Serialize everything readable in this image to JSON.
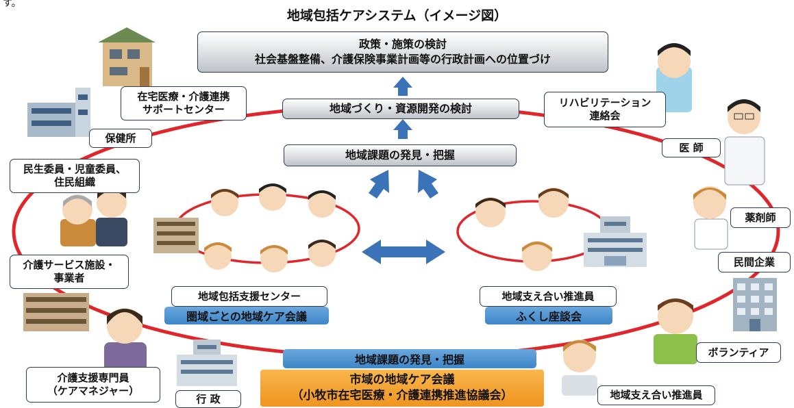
{
  "top_fragment": "す。",
  "title": "地域包括ケアシステム（イメージ図）",
  "policy_box": {
    "line1": "政策・施策の検討",
    "line2": "社会基盤整備、介護保険事業計画等の行政計画への位置づけ"
  },
  "community_dev": "地域づくり・資源開発の検討",
  "issue_discovery_top": "地域課題の発見・把握",
  "issue_discovery_bottom": "地域課題の発見・把握",
  "city_meeting": {
    "line1": "市域の地域ケア会議",
    "line2": "（小牧市在宅医療・介護連携推進協議会）"
  },
  "left_group": {
    "label": "地域包括支援センター",
    "meeting": "圏域ごとの地域ケア会議"
  },
  "right_group": {
    "label": "地域支え合い推進員",
    "meeting": "ふくし座談会"
  },
  "labels": {
    "home_care_center": [
      "在宅医療・介護連携",
      "サポートセンター"
    ],
    "health_center": "保健所",
    "welfare_commissioners": [
      "民生委員・児童委員、",
      "住民組織"
    ],
    "care_facility": [
      "介護サービス施設・",
      "事業者"
    ],
    "care_manager": [
      "介護支援専門員",
      "（ケアマネジャー）"
    ],
    "government": "行 政",
    "rehab": [
      "リハビリテーション",
      "連絡会"
    ],
    "doctor": "医 師",
    "pharmacist": "薬剤師",
    "private_company": "民間企業",
    "volunteer": "ボランティア",
    "support_promoter": "地域支え合い推進員"
  },
  "colors": {
    "ring": "#e0262b",
    "arrow": "#3a73b8",
    "blue_box": "#4a90d0",
    "orange_box": "#f4a22f"
  }
}
